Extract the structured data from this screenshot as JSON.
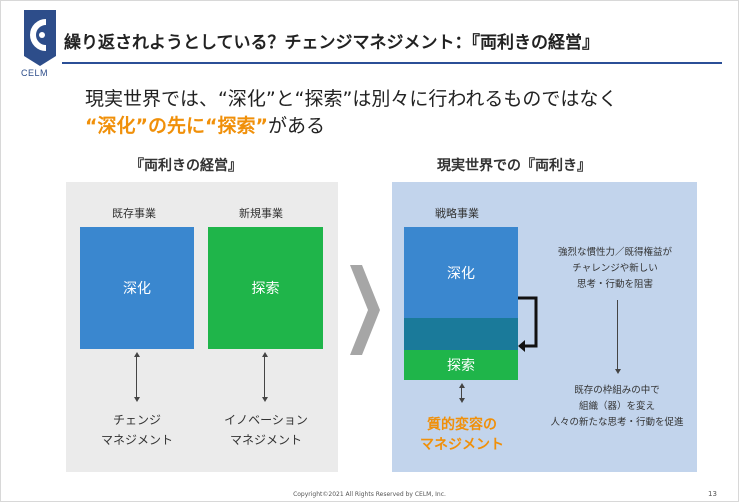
{
  "logo": {
    "text": "CELM"
  },
  "header": {
    "title": "繰り返されようとしている？チェンジマネジメント：『両利きの経営』"
  },
  "lead": {
    "line1": "現実世界では、“深化”と“探索”は別々に行われるものではなく",
    "line2_emphasis": "“深化”の先に“探索”",
    "line2_rest": "がある"
  },
  "left_panel": {
    "title": "『両利きの経営』",
    "columns": [
      {
        "label": "既存事業",
        "box": "深化",
        "bottom": [
          "チェンジ",
          "マネジメント"
        ]
      },
      {
        "label": "新規事業",
        "box": "探索",
        "bottom": [
          "イノベーション",
          "マネジメント"
        ]
      }
    ]
  },
  "right_panel": {
    "title": "現実世界での『両利き』",
    "label": "戦略事業",
    "box_top": "深化",
    "box_bottom": "探索",
    "note_top": [
      "強烈な慣性力／既得権益が",
      "チャレンジや新しい",
      "思考・行動を阻害"
    ],
    "note_bottom": [
      "既存の枠組みの中で",
      "組織（器）を変え",
      "人々の新たな思考・行動を促進"
    ],
    "bottom_label": [
      "質的変容の",
      "マネジメント"
    ]
  },
  "footer": {
    "copyright": "Copyright©2021 All Rights Reserved by CELM, Inc.",
    "page": "13"
  },
  "colors": {
    "accent_blue": "#2b4f97",
    "box_blue": "#3a87cf",
    "box_green": "#1fb54a",
    "box_teal": "#1a7a9a",
    "orange": "#f0900a",
    "panel_gray": "#ebebeb",
    "panel_lightblue": "#c2d4ec"
  }
}
